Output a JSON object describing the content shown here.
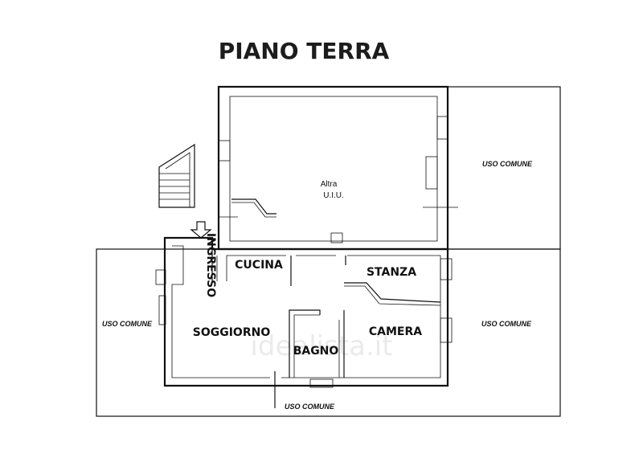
{
  "title": "PIANO TERRA",
  "rooms": {
    "altra_line1": "Altra",
    "altra_line2": "U.I.U.",
    "cucina": "CUCINA",
    "stanza": "STANZA",
    "soggiorno": "SOGGIORNO",
    "bagno": "BAGNO",
    "camera": "CAMERA",
    "ingresso": "INGRESSO"
  },
  "areas": {
    "uso_comune_top_right": "USO COMUNE",
    "uso_comune_right": "USO COMUNE",
    "uso_comune_left": "USO COMUNE",
    "uso_comune_bottom": "USO COMUNE"
  },
  "watermark": "idealista.it"
}
